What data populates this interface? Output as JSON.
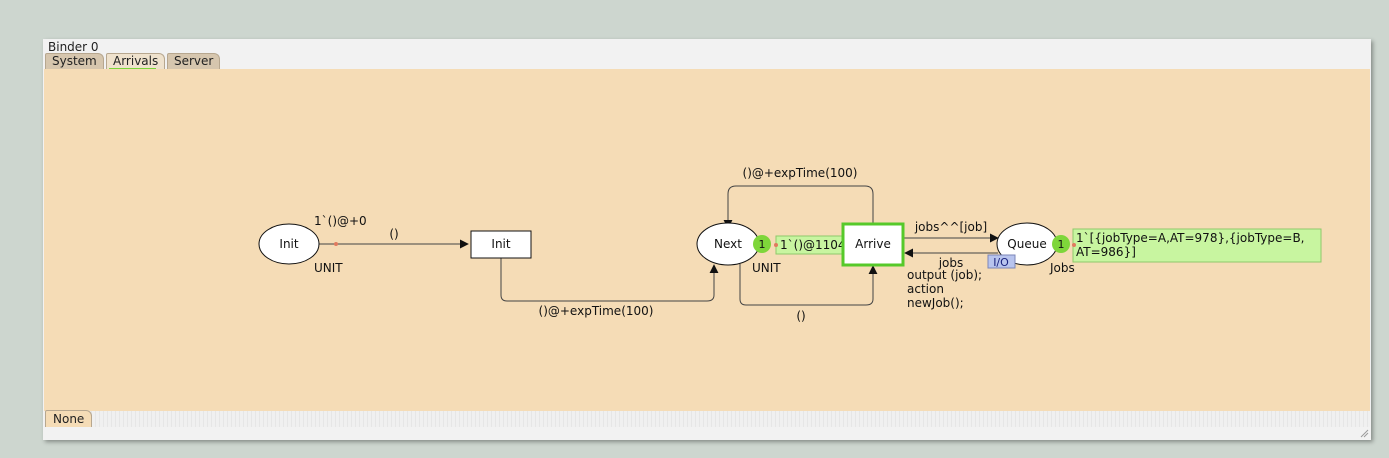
{
  "binder": {
    "title": "Binder 0"
  },
  "tabs": [
    {
      "label": "System"
    },
    {
      "label": "Arrivals"
    },
    {
      "label": "Server"
    }
  ],
  "bottom_tabs": [
    {
      "label": "None"
    }
  ],
  "colors": {
    "canvas": "#f5dcb6",
    "token": "#7ed63a",
    "marking": "#c8f5a0",
    "io_tag": "#b8c4ee",
    "enabled_border": "#56c92a"
  },
  "net": {
    "places": [
      {
        "name": "Init",
        "type": "UNIT",
        "initial_marking": "1`()@+0"
      },
      {
        "name": "Next",
        "type": "UNIT",
        "token_count": "1",
        "marking": "1`()@1104"
      },
      {
        "name": "Queue",
        "type": "Jobs",
        "token_count": "1",
        "port": "I/O",
        "marking_line1": "1`[{jobType=A,AT=978},{jobType=B,",
        "marking_line2": "AT=986}]"
      }
    ],
    "transitions": [
      {
        "name": "Init"
      },
      {
        "name": "Arrive",
        "code": [
          "output (job);",
          "action",
          "newJob();"
        ]
      }
    ],
    "arcs": {
      "init_to_init": "()",
      "init_to_next": "()@+expTime(100)",
      "arrive_to_next_top": "()@+expTime(100)",
      "next_to_arrive_bottom": "()",
      "arrive_to_queue": "jobs^^[job]",
      "queue_to_arrive": "jobs"
    }
  }
}
